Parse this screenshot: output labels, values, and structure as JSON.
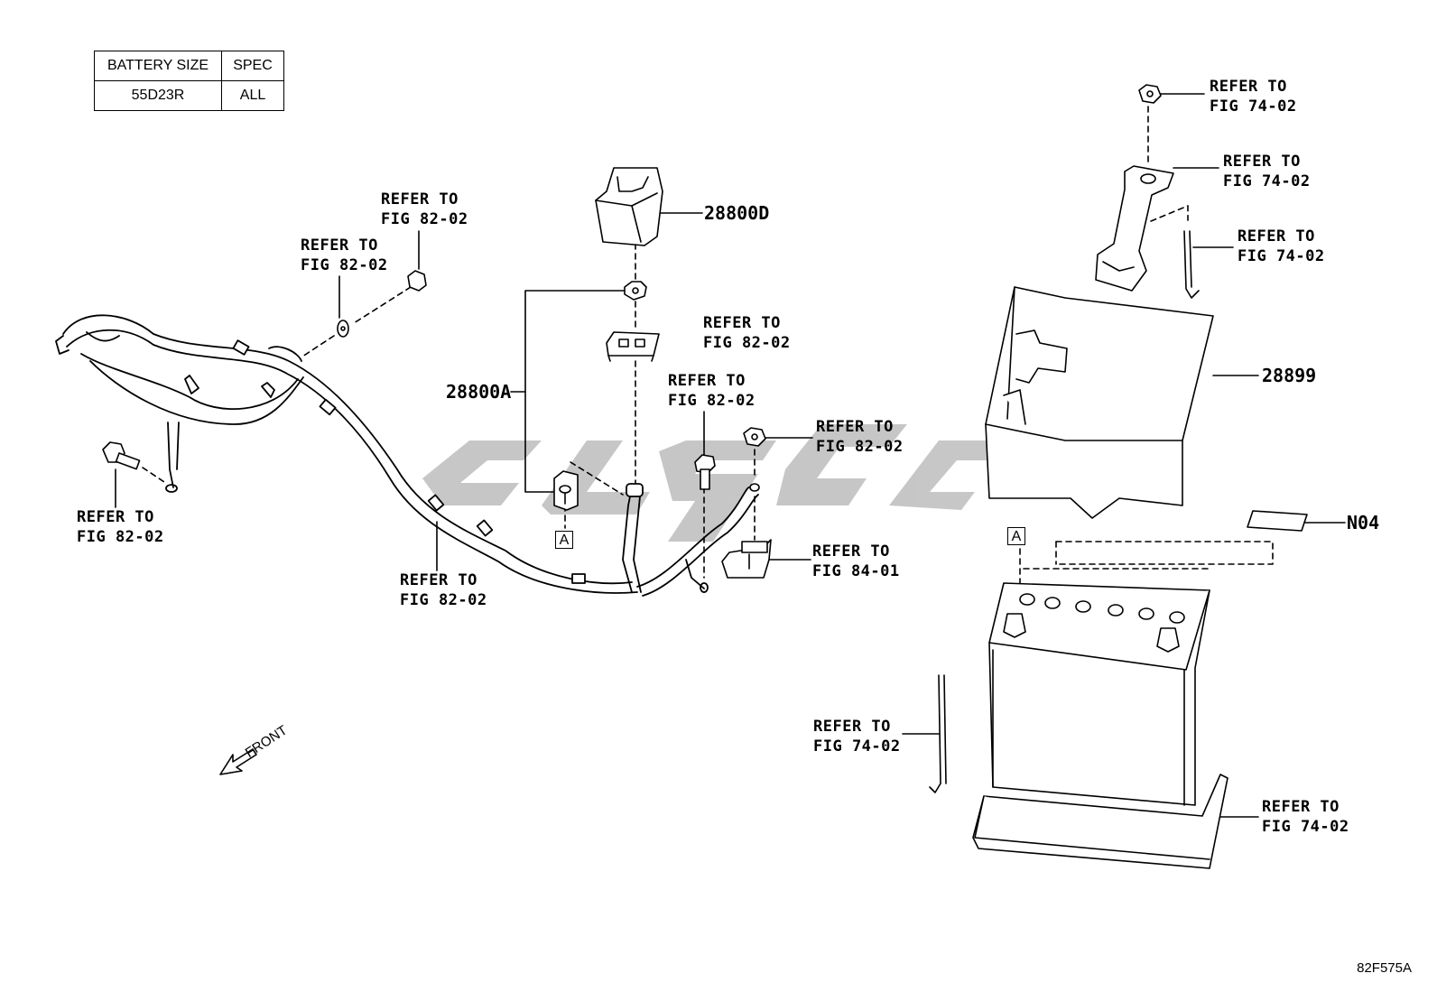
{
  "spec_table": {
    "headers": [
      "BATTERY SIZE",
      "SPEC"
    ],
    "rows": [
      [
        "55D23R",
        "ALL"
      ]
    ]
  },
  "part_numbers": {
    "cover": "28800D",
    "cable": "28800A",
    "tray": "28899",
    "label": "N04"
  },
  "refer_labels": {
    "r1": "REFER TO\nFIG 82-02",
    "r2": "REFER TO\nFIG 82-02",
    "r3": "REFER TO\nFIG 82-02",
    "r4": "REFER TO\nFIG 82-02",
    "r5": "REFER TO\nFIG 82-02",
    "r6": "REFER TO\nFIG 82-02",
    "r7": "REFER TO\nFIG 82-02",
    "r8": "REFER TO\nFIG 84-01",
    "r9": "REFER TO\nFIG 74-02",
    "r10": "REFER TO\nFIG 74-02",
    "r11": "REFER TO\nFIG 74-02",
    "r12": "REFER TO\nFIG 74-02",
    "r13": "REFER TO\nFIG 74-02"
  },
  "markers": {
    "a1": "A",
    "a2": "A"
  },
  "direction": "FRONT",
  "figure_code": "82F575A",
  "watermark_color": "#bdbdbd"
}
